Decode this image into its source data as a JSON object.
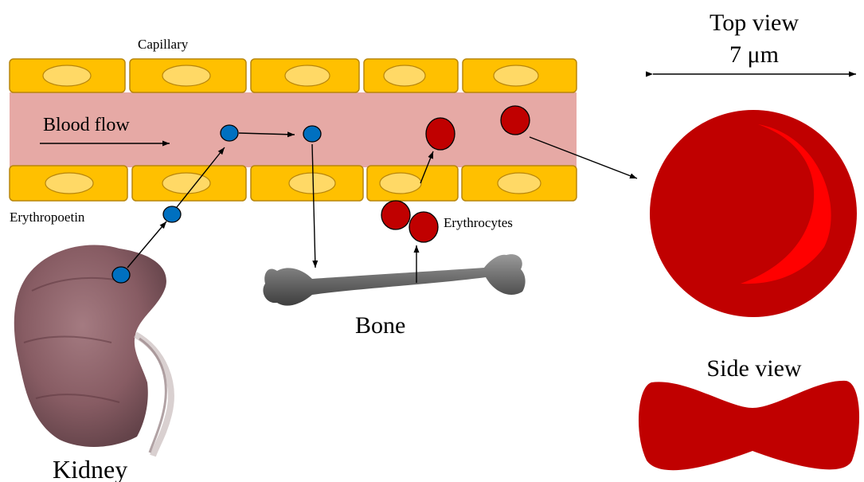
{
  "labels": {
    "capillary": "Capillary",
    "blood_flow": "Blood flow",
    "erythropoetin": "Erythropoetin",
    "erythrocytes": "Erythrocytes",
    "bone": "Bone",
    "kidney": "Kidney",
    "top_view": "Top view",
    "size": "7 μm",
    "side_view": "Side view"
  },
  "colors": {
    "cell_fill": "#FFC000",
    "cell_stroke": "#B8860B",
    "nucleus_fill": "#FFD966",
    "lumen": "#E6A9A5",
    "erythropoetin": "#0070C0",
    "erythrocyte": "#C00000",
    "erythrocyte_highlight": "#FF0000",
    "bone": "#6E6E6E",
    "kidney": "#7A4A52"
  }
}
